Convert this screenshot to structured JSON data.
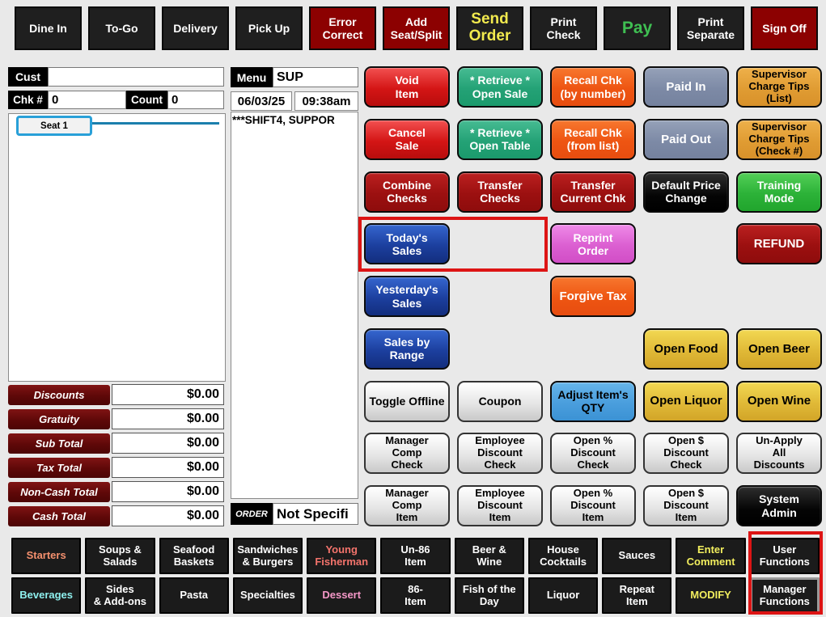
{
  "theme": {
    "background": "#e9e9e9",
    "top_button_dark": "#1f1f1f",
    "top_button_maroon": "#8c0101",
    "send_order_text": "#f2ea4e",
    "pay_text": "#3fbf52",
    "grid_red": "#d41515",
    "grid_emerald": "#24a276",
    "grid_orange": "#ee5512",
    "grid_slate": "#7d8aa6",
    "grid_amber": "#e09c33",
    "grid_darkred": "#9c1010",
    "grid_blue": "#1c3f9e",
    "grid_pink": "#db5fd1",
    "grid_gold": "#e0b937",
    "grid_lightblue": "#4a9edd",
    "totals_label_bg": "#5e0808",
    "seat_accent_blue": "#29a0d8",
    "highlight_annotation": "#dd1414"
  },
  "top_bar": {
    "buttons": [
      {
        "label": "Dine In"
      },
      {
        "label": "To-Go"
      },
      {
        "label": "Delivery"
      },
      {
        "label": "Pick Up"
      },
      {
        "label": "Error\nCorrect"
      },
      {
        "label": "Add\nSeat/Split"
      },
      {
        "label": "Send\nOrder"
      },
      {
        "label": "Print\nCheck"
      },
      {
        "label": "Pay"
      },
      {
        "label": "Print\nSeparate"
      },
      {
        "label": "Sign Off"
      }
    ]
  },
  "left_panel": {
    "cust_label": "Cust",
    "cust_value": "",
    "chk_label": "Chk #",
    "chk_value": "0",
    "count_label": "Count",
    "count_value": "0",
    "seat_label": "Seat 1",
    "totals": [
      {
        "label": "Discounts",
        "value": "$0.00"
      },
      {
        "label": "Gratuity",
        "value": "$0.00"
      },
      {
        "label": "Sub Total",
        "value": "$0.00"
      },
      {
        "label": "Tax Total",
        "value": "$0.00"
      },
      {
        "label": "Non-Cash Total",
        "value": "$0.00"
      },
      {
        "label": "Cash Total",
        "value": "$0.00"
      }
    ]
  },
  "receipt": {
    "menu_label": "Menu",
    "menu_value": "SUP",
    "date": "06/03/25",
    "time": "09:38am",
    "line1": "***SHIFT4, SUPPOR",
    "order_label": "ORDER",
    "order_value": "Not Specifi"
  },
  "grid": {
    "buttons": [
      {
        "label": "Void\nItem"
      },
      {
        "label": "* Retrieve *\nOpen Sale"
      },
      {
        "label": "Recall Chk\n(by number)"
      },
      {
        "label": "Paid In"
      },
      {
        "label": "Supervisor\nCharge Tips\n(List)"
      },
      {
        "label": "Cancel\nSale"
      },
      {
        "label": "* Retrieve *\nOpen Table"
      },
      {
        "label": "Recall Chk\n(from list)"
      },
      {
        "label": "Paid Out"
      },
      {
        "label": "Supervisor\nCharge Tips\n(Check #)"
      },
      {
        "label": "Combine\nChecks"
      },
      {
        "label": "Transfer\nChecks"
      },
      {
        "label": "Transfer\nCurrent Chk"
      },
      {
        "label": "Default Price\nChange"
      },
      {
        "label": "Training\nMode"
      },
      {
        "label": "Today's\nSales"
      },
      {
        "label": "Reprint\nOrder"
      },
      {
        "label": "REFUND"
      },
      {
        "label": "Yesterday's\nSales"
      },
      {
        "label": "Forgive Tax"
      },
      {
        "label": "Sales by\nRange"
      },
      {
        "label": "Open Food"
      },
      {
        "label": "Open Beer"
      },
      {
        "label": "Toggle Offline"
      },
      {
        "label": "Coupon"
      },
      {
        "label": "Adjust Item's\nQTY"
      },
      {
        "label": "Open Liquor"
      },
      {
        "label": "Open Wine"
      },
      {
        "label": "Manager\nComp\nCheck"
      },
      {
        "label": "Employee\nDiscount\nCheck"
      },
      {
        "label": "Open %\nDiscount\nCheck"
      },
      {
        "label": "Open $\nDiscount\nCheck"
      },
      {
        "label": "Un-Apply\nAll\nDiscounts"
      },
      {
        "label": "Manager\nComp\nItem"
      },
      {
        "label": "Employee\nDiscount\nItem"
      },
      {
        "label": "Open %\nDiscount\nItem"
      },
      {
        "label": "Open $\nDiscount\nItem"
      },
      {
        "label": "System\nAdmin"
      }
    ]
  },
  "bottom_bar": {
    "row1": [
      {
        "label": "Starters"
      },
      {
        "label": "Soups &\nSalads"
      },
      {
        "label": "Seafood\nBaskets"
      },
      {
        "label": "Sandwiches\n& Burgers"
      },
      {
        "label": "Young\nFisherman"
      },
      {
        "label": "Un-86\nItem"
      },
      {
        "label": "Beer &\nWine"
      },
      {
        "label": "House\nCocktails"
      },
      {
        "label": "Sauces"
      },
      {
        "label": "Enter\nComment"
      },
      {
        "label": "User\nFunctions"
      }
    ],
    "row2": [
      {
        "label": "Beverages"
      },
      {
        "label": "Sides\n& Add-ons"
      },
      {
        "label": "Pasta"
      },
      {
        "label": "Specialties"
      },
      {
        "label": "Dessert"
      },
      {
        "label": "86-\nItem"
      },
      {
        "label": "Fish of the\nDay"
      },
      {
        "label": "Liquor"
      },
      {
        "label": "Repeat\nItem"
      },
      {
        "label": "MODIFY"
      },
      {
        "label": "Manager\nFunctions"
      }
    ]
  }
}
